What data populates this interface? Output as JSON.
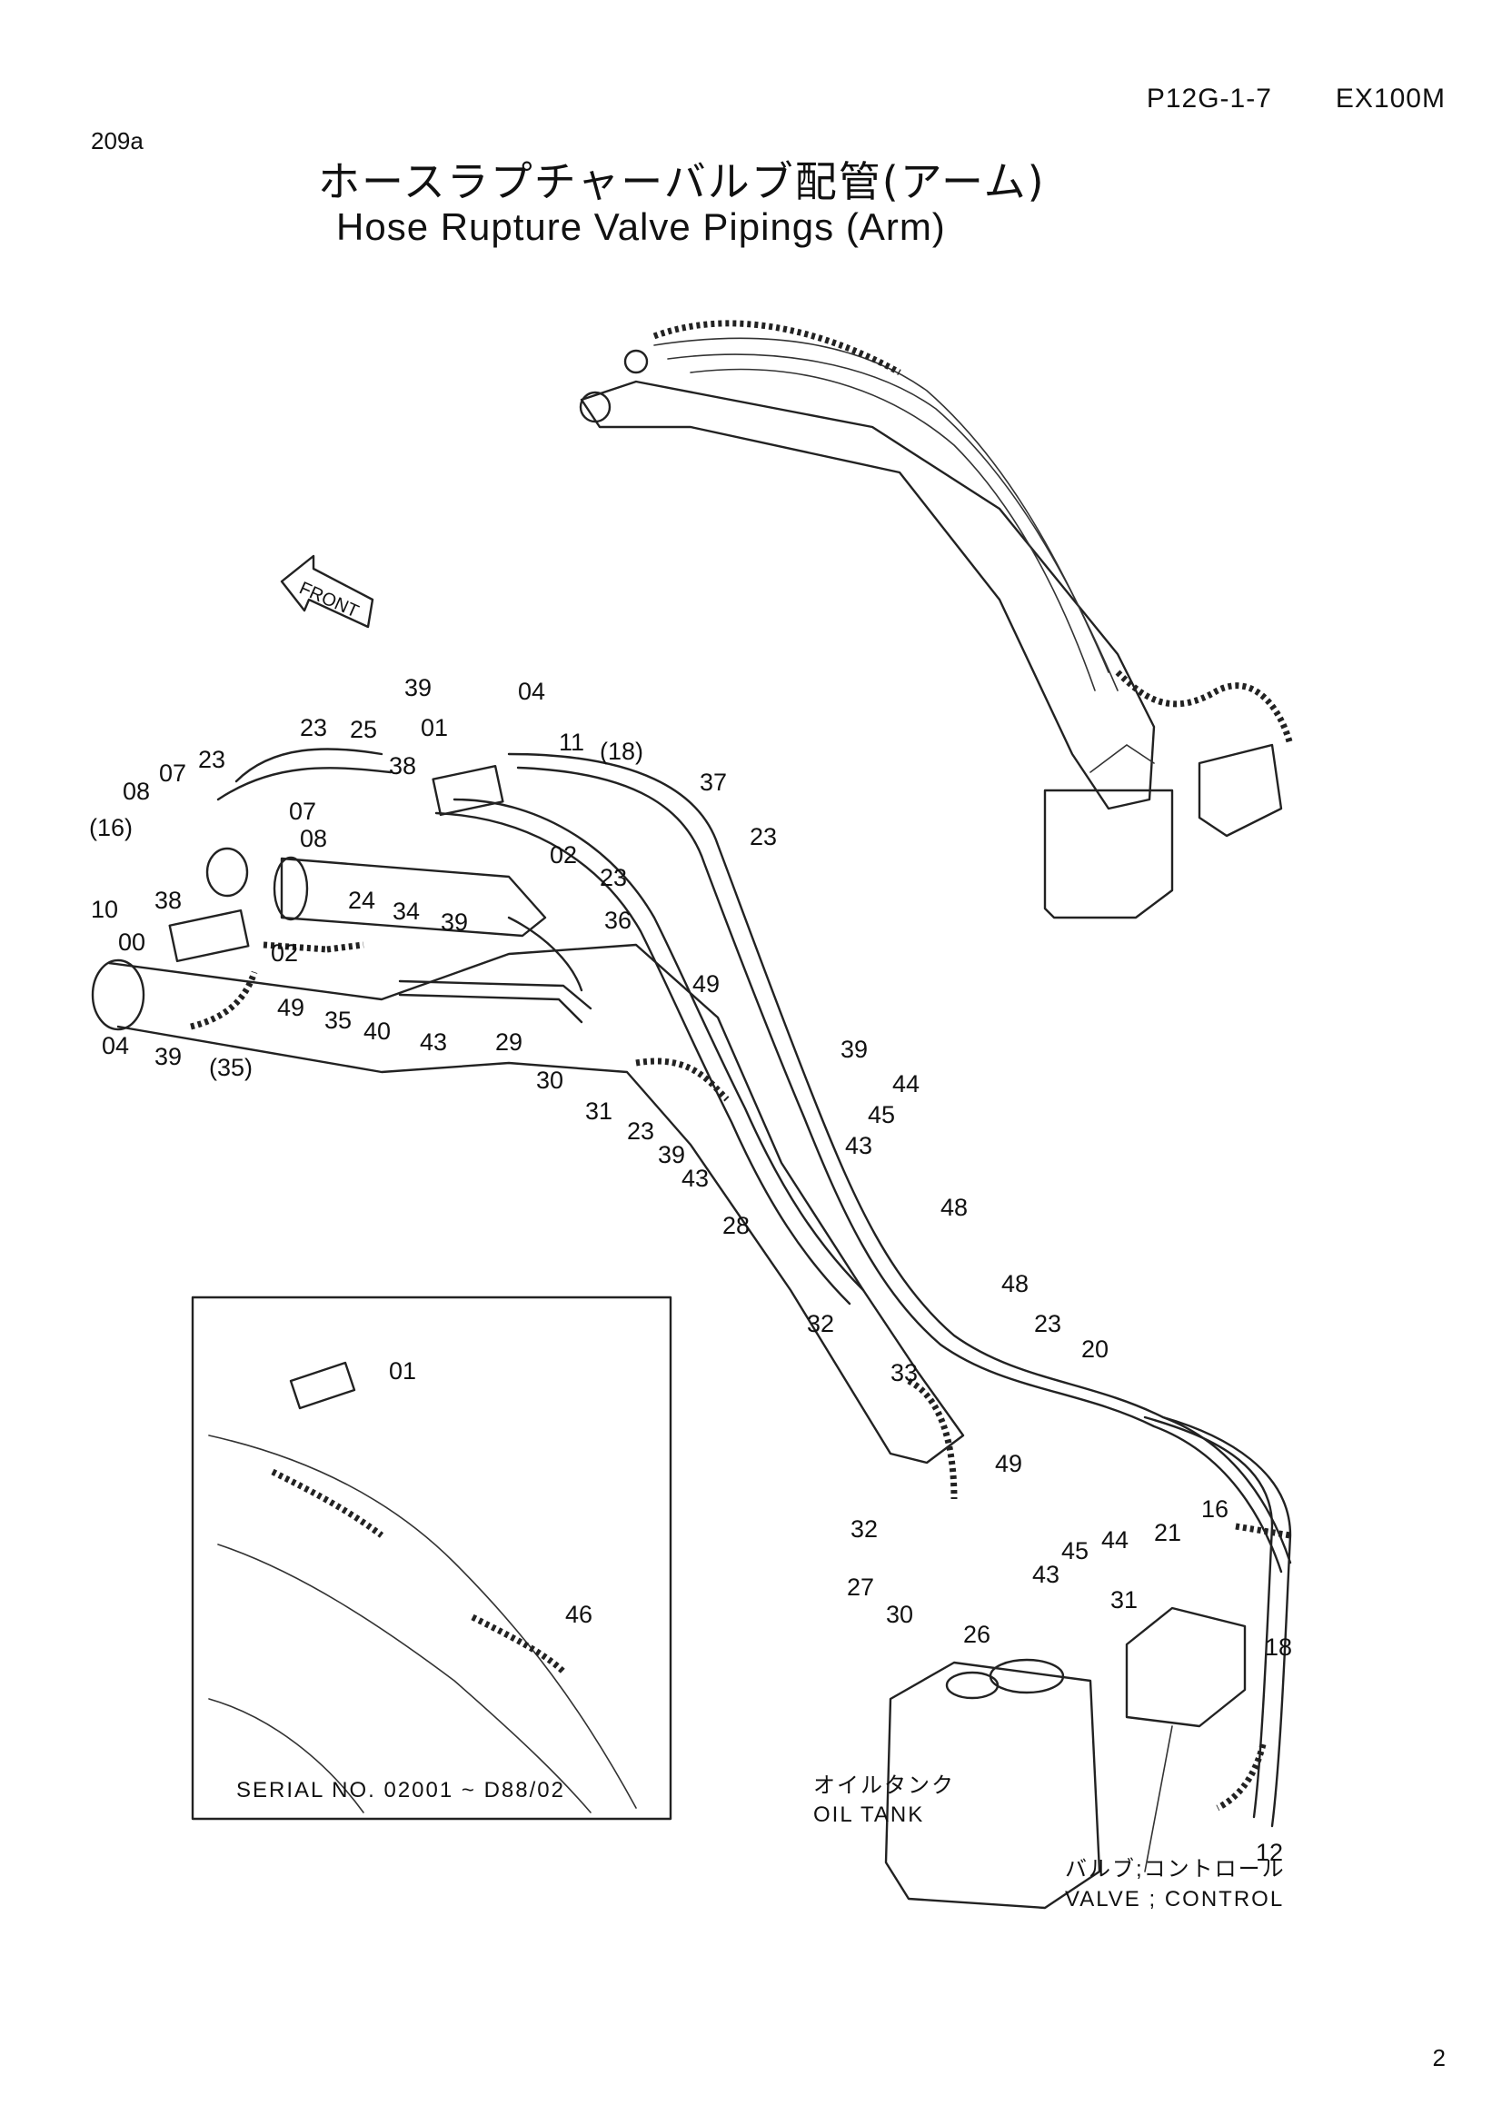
{
  "header": {
    "code": "P12G-1-7",
    "model": "EX100M",
    "page_id": "209a",
    "title_jp": "ホースラプチャーバルブ配管(アーム)",
    "title_en": "Hose Rupture Valve Pipings (Arm)"
  },
  "front_arrow": {
    "label": "FRONT"
  },
  "inset": {
    "serial": "SERIAL NO. 02001 ~ D88/02"
  },
  "oil_tank": {
    "label_jp": "オイルタンク",
    "label_en": "OIL TANK"
  },
  "control_valve": {
    "label_jp": "バルブ;コントロール",
    "label_en": "VALVE ; CONTROL"
  },
  "callouts": [
    "39",
    "04",
    "01",
    "11",
    "(18)",
    "37",
    "23",
    "25",
    "38",
    "23",
    "07",
    "08",
    "07",
    "08",
    "02",
    "23",
    "(16)",
    "24",
    "34",
    "39",
    "36",
    "10",
    "38",
    "00",
    "02",
    "49",
    "35",
    "40",
    "43",
    "29",
    "04",
    "39",
    "(35)",
    "30",
    "31",
    "49",
    "23",
    "39",
    "23",
    "39",
    "43",
    "44",
    "45",
    "43",
    "28",
    "48",
    "48",
    "32",
    "33",
    "23",
    "20",
    "49",
    "01",
    "46",
    "32",
    "27",
    "30",
    "26",
    "45",
    "44",
    "43",
    "31",
    "16",
    "21",
    "18",
    "12"
  ],
  "page_number": "2"
}
